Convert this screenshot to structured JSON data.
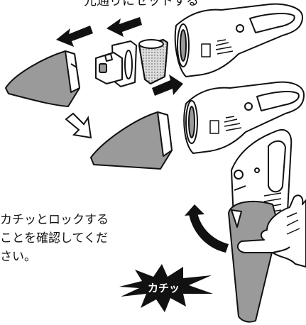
{
  "top_caption": "元通りにセットする",
  "note_lines": [
    "カチッとロックする",
    "ことを確認してくだ",
    "さい。"
  ],
  "click_sound": "カチッ",
  "colors": {
    "ink": "#111111",
    "gray": "#9a9a9a",
    "filter_dots": "#777777"
  }
}
